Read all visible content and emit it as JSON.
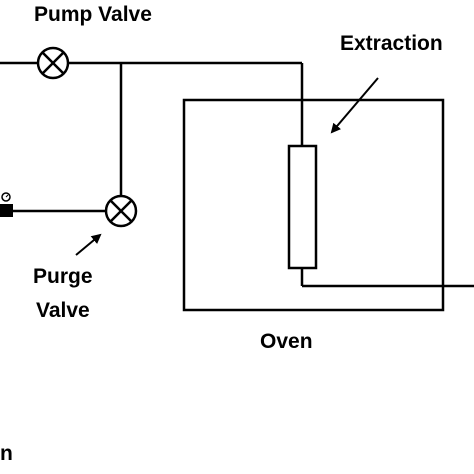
{
  "diagram": {
    "labels": {
      "pump_valve": "Pump Valve",
      "extraction": "Extraction",
      "purge_line1": "Purge",
      "purge_line2": "Valve",
      "oven": "Oven",
      "partial_bottom_left": "n"
    },
    "colors": {
      "line": "#000000",
      "background": "#ffffff"
    },
    "icons": {
      "valve": "circle-with-x",
      "gauge": "small-dial",
      "arrow": "pointer-arrow"
    }
  }
}
